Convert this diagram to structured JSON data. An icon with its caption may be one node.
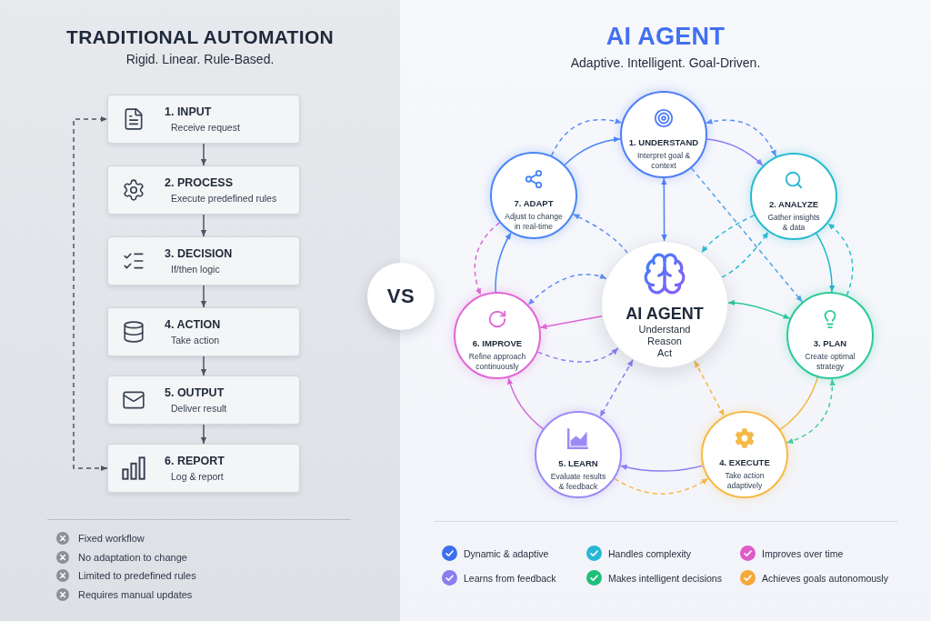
{
  "diagram": {
    "nodes": [
      {
        "text": [
          "TRADITIONAL AUTOMATION",
          "Rigid. Linear. Rule-Based."
        ]
      },
      {
        "text": [
          "1. INPUT",
          "Receive request"
        ],
        "in": 0
      },
      {
        "text": [
          "2. PROCESS",
          "Execute predefined rules"
        ],
        "in": 0
      },
      {
        "text": [
          "3. DECISION",
          "If/then logic"
        ],
        "in": 0
      },
      {
        "text": [
          "4. ACTION",
          "Take action"
        ],
        "in": 0
      },
      {
        "text": [
          "5. OUTPUT",
          "Deliver result"
        ],
        "in": 0
      },
      {
        "text": [
          "6. REPORT",
          "Log & report"
        ],
        "in": 0
      },
      {
        "text": [
          "VS"
        ]
      },
      {
        "text": [
          "AI AGENT",
          "Adaptive. Intelligent. Goal-Driven."
        ]
      },
      {
        "text": [
          "1. UNDERSTAND",
          "Interpret goal & context"
        ],
        "in": 8
      },
      {
        "text": [
          "2. ANALYZE",
          "Gather insights & data"
        ],
        "in": 8
      },
      {
        "text": [
          "3. PLAN",
          "Create optimal strategy"
        ],
        "in": 8
      },
      {
        "text": [
          "4. EXECUTE",
          "Take action adaptively"
        ],
        "in": 8
      },
      {
        "text": [
          "5. LEARN",
          "Evaluate results & feedback"
        ],
        "in": 8
      },
      {
        "text": [
          "6. IMPROVE",
          "Refine approach continuously"
        ],
        "in": 8
      },
      {
        "text": [
          "7. ADAPT",
          "Adjust to change in real-time"
        ],
        "in": 8
      },
      {
        "text": [
          "AI AGENT",
          "Understand",
          "Reason",
          "Act"
        ],
        "in": 8
      }
    ],
    "edges": [
      {
        "from": 1,
        "to": 2,
        "arrow": "to"
      },
      {
        "from": 2,
        "to": 3,
        "arrow": "to"
      },
      {
        "from": 3,
        "to": 4,
        "arrow": "to"
      },
      {
        "from": 4,
        "to": 5,
        "arrow": "to"
      },
      {
        "from": 5,
        "to": 6,
        "arrow": "to"
      },
      {
        "from": 6,
        "to": 1,
        "arrow": "both",
        "style": "dashed"
      },
      {
        "from": 15,
        "to": 9,
        "arrow": "to",
        "color": "#4a86f5"
      },
      {
        "from": 15,
        "to": 9,
        "arrow": "to",
        "style": "dashed",
        "color": "#5b8ff5"
      },
      {
        "from": 9,
        "to": 10,
        "arrow": "to",
        "color": "#8b7cf6"
      },
      {
        "from": 9,
        "to": 10,
        "arrow": "both",
        "style": "dashed",
        "color": "#5b8ff5"
      },
      {
        "from": 10,
        "to": 11,
        "arrow": "to",
        "color": "#22b5c9"
      },
      {
        "from": 11,
        "to": 10,
        "arrow": "to",
        "style": "dashed",
        "color": "#2bbdd0"
      },
      {
        "from": 11,
        "to": 12,
        "arrow": "none",
        "color": "#f5b947"
      },
      {
        "from": 12,
        "to": 11,
        "arrow": "both",
        "style": "dashed",
        "color": "#3fcf9f"
      },
      {
        "from": 12,
        "to": 13,
        "arrow": "to",
        "color": "#8f7cf4"
      },
      {
        "from": 13,
        "to": 12,
        "arrow": "to",
        "style": "dashed",
        "color": "#f5b947"
      },
      {
        "from": 13,
        "to": 14,
        "arrow": "to",
        "color": "#d366d6"
      },
      {
        "from": 14,
        "to": 15,
        "arrow": "to",
        "color": "#4a86f5"
      },
      {
        "from": 15,
        "to": 14,
        "arrow": "to",
        "style": "dashed",
        "color": "#e066d6"
      },
      {
        "from": 9,
        "to": 16,
        "arrow": "both",
        "color": "#4f7df5"
      },
      {
        "from": 16,
        "to": 15,
        "arrow": "to",
        "style": "dashed",
        "color": "#5b8ff5"
      },
      {
        "from": 16,
        "to": 14,
        "arrow": "both",
        "style": "dashed",
        "color": "#5b8ff5"
      },
      {
        "from": 16,
        "to": 14,
        "arrow": "to",
        "color": "#e066d6"
      },
      {
        "from": 14,
        "to": 16,
        "arrow": "to",
        "style": "dashed",
        "color": "#8f7cf4"
      },
      {
        "from": 16,
        "to": 13,
        "arrow": "both",
        "style": "dashed",
        "color": "#8f7cf4"
      },
      {
        "from": 16,
        "to": 12,
        "arrow": "both",
        "style": "dashed",
        "color": "#f5b947"
      },
      {
        "from": 16,
        "to": 11,
        "arrow": "both",
        "color": "#2ec99a"
      },
      {
        "from": 9,
        "to": 11,
        "arrow": "to",
        "style": "dashed",
        "color": "#4fa3e8"
      },
      {
        "from": 10,
        "to": 16,
        "arrow": "to",
        "style": "dashed",
        "color": "#2bbdd0"
      },
      {
        "from": 16,
        "to": 10,
        "arrow": "to",
        "style": "dashed",
        "color": "#2bbdd0"
      }
    ],
    "labels": [
      "Fixed workflow",
      "No adaptation to change",
      "Limited to predefined rules",
      "Requires manual updates",
      "Dynamic & adaptive",
      "Handles complexity",
      "Improves over time",
      "Learns from feedback",
      "Makes intelligent decisions",
      "Achieves goals autonomously"
    ]
  }
}
